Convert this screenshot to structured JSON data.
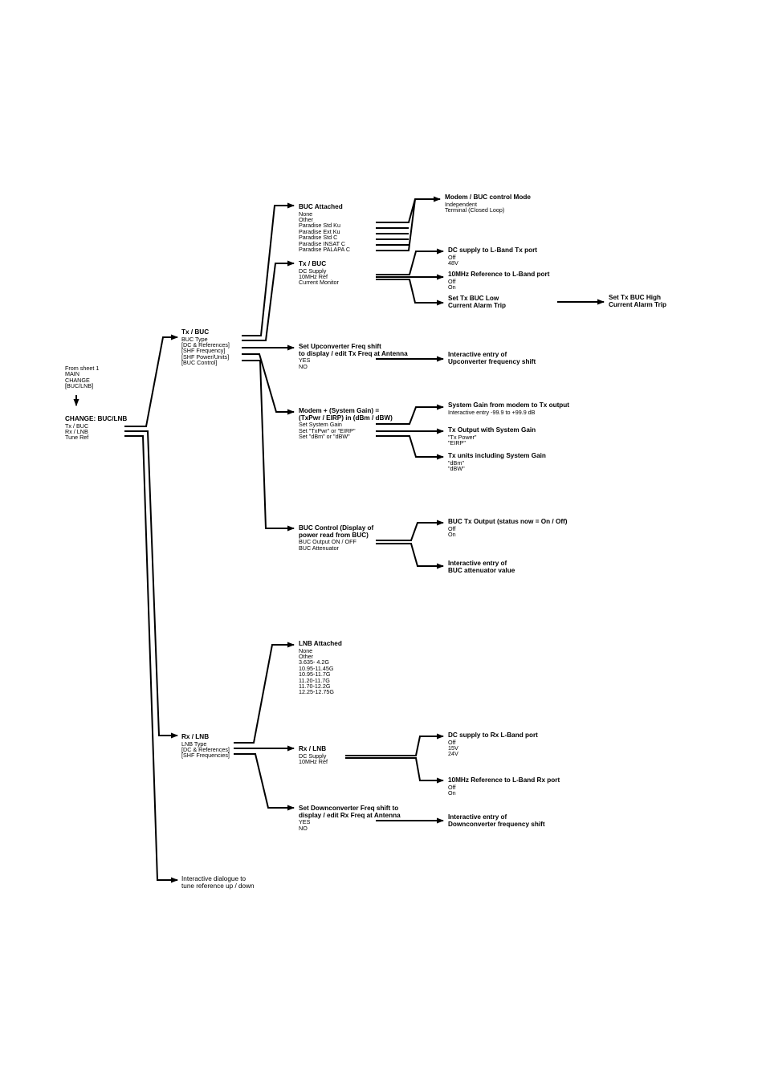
{
  "nodes": {
    "from_sheet": {
      "title": "",
      "items": [
        "From sheet 1",
        "MAIN",
        "CHANGE",
        "[BUC/LNB]"
      ]
    },
    "change": {
      "title": "CHANGE: BUC/LNB",
      "items": [
        "Tx / BUC",
        "Rx / LNB",
        "Tune Ref"
      ]
    },
    "tx_buc_main": {
      "title": "Tx / BUC",
      "items": [
        "BUC Type",
        "[DC & References]",
        "[SHF Frequency]",
        "[SHF Power/Units]",
        "[BUC Control]"
      ]
    },
    "buc_attached": {
      "title": "BUC Attached",
      "items": [
        "None",
        "Other",
        "Paradise Std Ku",
        "Paradise Ext Ku",
        "Paradise Std C",
        "Paradise INSAT C",
        "Paradise PALAPA C"
      ]
    },
    "modem_buc_control": {
      "title": "Modem / BUC control Mode",
      "items": [
        "Independent",
        "Terminal (Closed Loop)"
      ]
    },
    "tx_buc_sub": {
      "title": "Tx / BUC",
      "items": [
        "DC Supply",
        "10MHz Ref",
        "Current Monitor"
      ]
    },
    "dc_supply_tx": {
      "title": "DC supply to L-Band Tx port",
      "items": [
        "Off",
        "48V"
      ]
    },
    "ref_10mhz_tx": {
      "title": "10MHz Reference to L-Band port",
      "items": [
        "Off",
        "On"
      ]
    },
    "buc_low_alarm": {
      "title": "Set Tx BUC Low\nCurrent Alarm Trip",
      "items": []
    },
    "buc_high_alarm": {
      "title": "Set Tx BUC High\nCurrent Alarm Trip",
      "items": []
    },
    "upconv_shift": {
      "title": "Set Upconverter Freq shift\nto display / edit Tx Freq at Antenna",
      "items": [
        "YES",
        "NO"
      ]
    },
    "upconv_entry": {
      "title": "Interactive entry of\nUpconverter frequency shift",
      "items": []
    },
    "modem_gain": {
      "title": "Modem + (System Gain) =\n(TxPwr / EIRP)  in (dBm / dBW)",
      "items": [
        "Set System Gain",
        "Set \"TxPwr\" or \"EIRP\"",
        "Set \"dBm\" or \"dBW\""
      ]
    },
    "system_gain": {
      "title": "System Gain from modem to Tx output",
      "items": [
        "Interactive entry -99.9 to +99.9 dB"
      ]
    },
    "tx_output_gain": {
      "title": "Tx Output with System Gain",
      "items": [
        "\"Tx Power\"",
        "\"EIRP\""
      ]
    },
    "tx_units_gain": {
      "title": "Tx units including System Gain",
      "items": [
        "\"dBm\"",
        "\"dBW\""
      ]
    },
    "buc_control": {
      "title": "BUC Control (Display of\npower read from BUC)",
      "items": [
        "BUC Output ON / OFF",
        "BUC Attenuator"
      ]
    },
    "buc_tx_output": {
      "title": "BUC Tx Output (status now = On / Off)",
      "items": [
        "Off",
        "On"
      ]
    },
    "buc_atten_entry": {
      "title": "Interactive entry of\nBUC attenuator value",
      "items": []
    },
    "lnb_attached": {
      "title": "LNB Attached",
      "items": [
        "None",
        "Other",
        "3.635- 4.2G",
        "10.95-11.45G",
        "10.95-11.7G",
        "11.20-11.7G",
        "11.70-12.2G",
        "12.25-12.75G"
      ]
    },
    "rx_lnb_main": {
      "title": "Rx / LNB",
      "items": [
        "LNB Type",
        "[DC & References]",
        "[SHF Frequencies]"
      ]
    },
    "rx_lnb_sub": {
      "title": "Rx / LNB",
      "items": [
        "DC Supply",
        "10MHz Ref"
      ]
    },
    "dc_supply_rx": {
      "title": "DC supply to Rx L-Band port",
      "items": [
        "Off",
        "15V",
        "24V"
      ]
    },
    "ref_10mhz_rx": {
      "title": "10MHz Reference to L-Band Rx port",
      "items": [
        "Off",
        "On"
      ]
    },
    "downconv_shift": {
      "title": "Set Downconverter Freq shift to\ndisplay / edit Rx Freq at Antenna",
      "items": [
        "YES",
        "NO"
      ]
    },
    "downconv_entry": {
      "title": "Interactive entry of\nDownconverter frequency shift",
      "items": []
    },
    "tune_ref": {
      "title": "Interactive dialogue to\ntune reference up / down",
      "items": []
    }
  }
}
